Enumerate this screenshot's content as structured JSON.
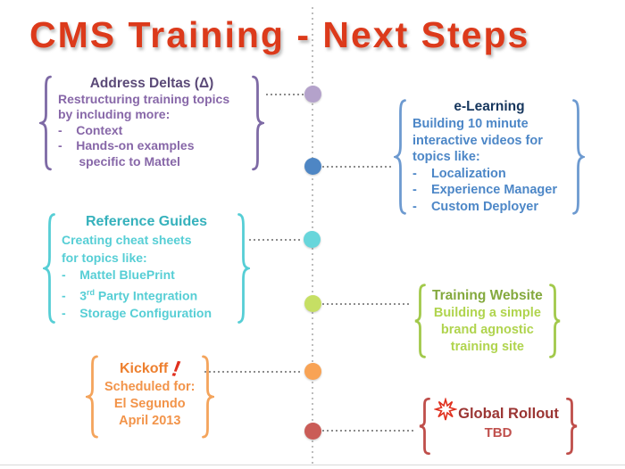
{
  "title": "CMS Training - Next Steps",
  "colors": {
    "title-red": "#dc3a1b",
    "accent-red": "#e0301e",
    "connector-gray": "#8c8c8c",
    "timeline-gray": "#bdbdbd",
    "baseline-gray": "#d9d9d9",
    "purple-header": "#5b4a78",
    "purple-body": "#8767a8",
    "purple-brace": "#7e6aa5",
    "purple-dot": "#b4a2cb",
    "navy-header": "#17375e",
    "blue-body": "#4d87c7",
    "blue-brace": "#6d9ad0",
    "blue-dot": "#4e86c4",
    "teal-header": "#35b1bc",
    "teal-body": "#56ced5",
    "teal-dot": "#68d6db",
    "green-header": "#84a93d",
    "green-body": "#b0d44e",
    "green-brace": "#a2c94b",
    "green-dot": "#c6df64",
    "orange-header": "#ed7f2e",
    "orange-body": "#f2944a",
    "orange-brace": "#f4a45c",
    "orange-dot": "#f8a355",
    "darkred-header": "#9b3533",
    "red-body": "#c0504d",
    "red-brace": "#bf4e4a",
    "red-dot": "#ca5c57"
  },
  "sections": [
    {
      "id": "address-deltas",
      "header": "Address Deltas (Δ)",
      "lines": [
        "Restructuring training topics",
        "by including more:",
        "-    Context",
        "-    Hands-on examples",
        "      specific to Mattel"
      ]
    },
    {
      "id": "e-learning",
      "header": "e-Learning",
      "lines": [
        "Building 10 minute",
        "interactive videos for",
        "topics like:",
        "-    Localization",
        "-    Experience Manager",
        "-    Custom Deployer"
      ]
    },
    {
      "id": "reference-guides",
      "header": "Reference Guides",
      "lines": [
        "Creating cheat sheets",
        "for topics like:",
        "-    Mattel BluePrint",
        {
          "pre": "-    3",
          "sup": "rd",
          "post": " Party Integration"
        },
        "-    Storage Configuration"
      ]
    },
    {
      "id": "training-website",
      "header": "Training Website",
      "lines": [
        "Building a simple",
        "brand agnostic",
        "training site"
      ]
    },
    {
      "id": "kickoff",
      "header": "Kickoff",
      "exclamation": "!",
      "lines": [
        "Scheduled for:",
        "El Segundo",
        "April 2013"
      ]
    },
    {
      "id": "global-rollout",
      "header": "Global Rollout",
      "lines": [
        "TBD"
      ]
    }
  ]
}
